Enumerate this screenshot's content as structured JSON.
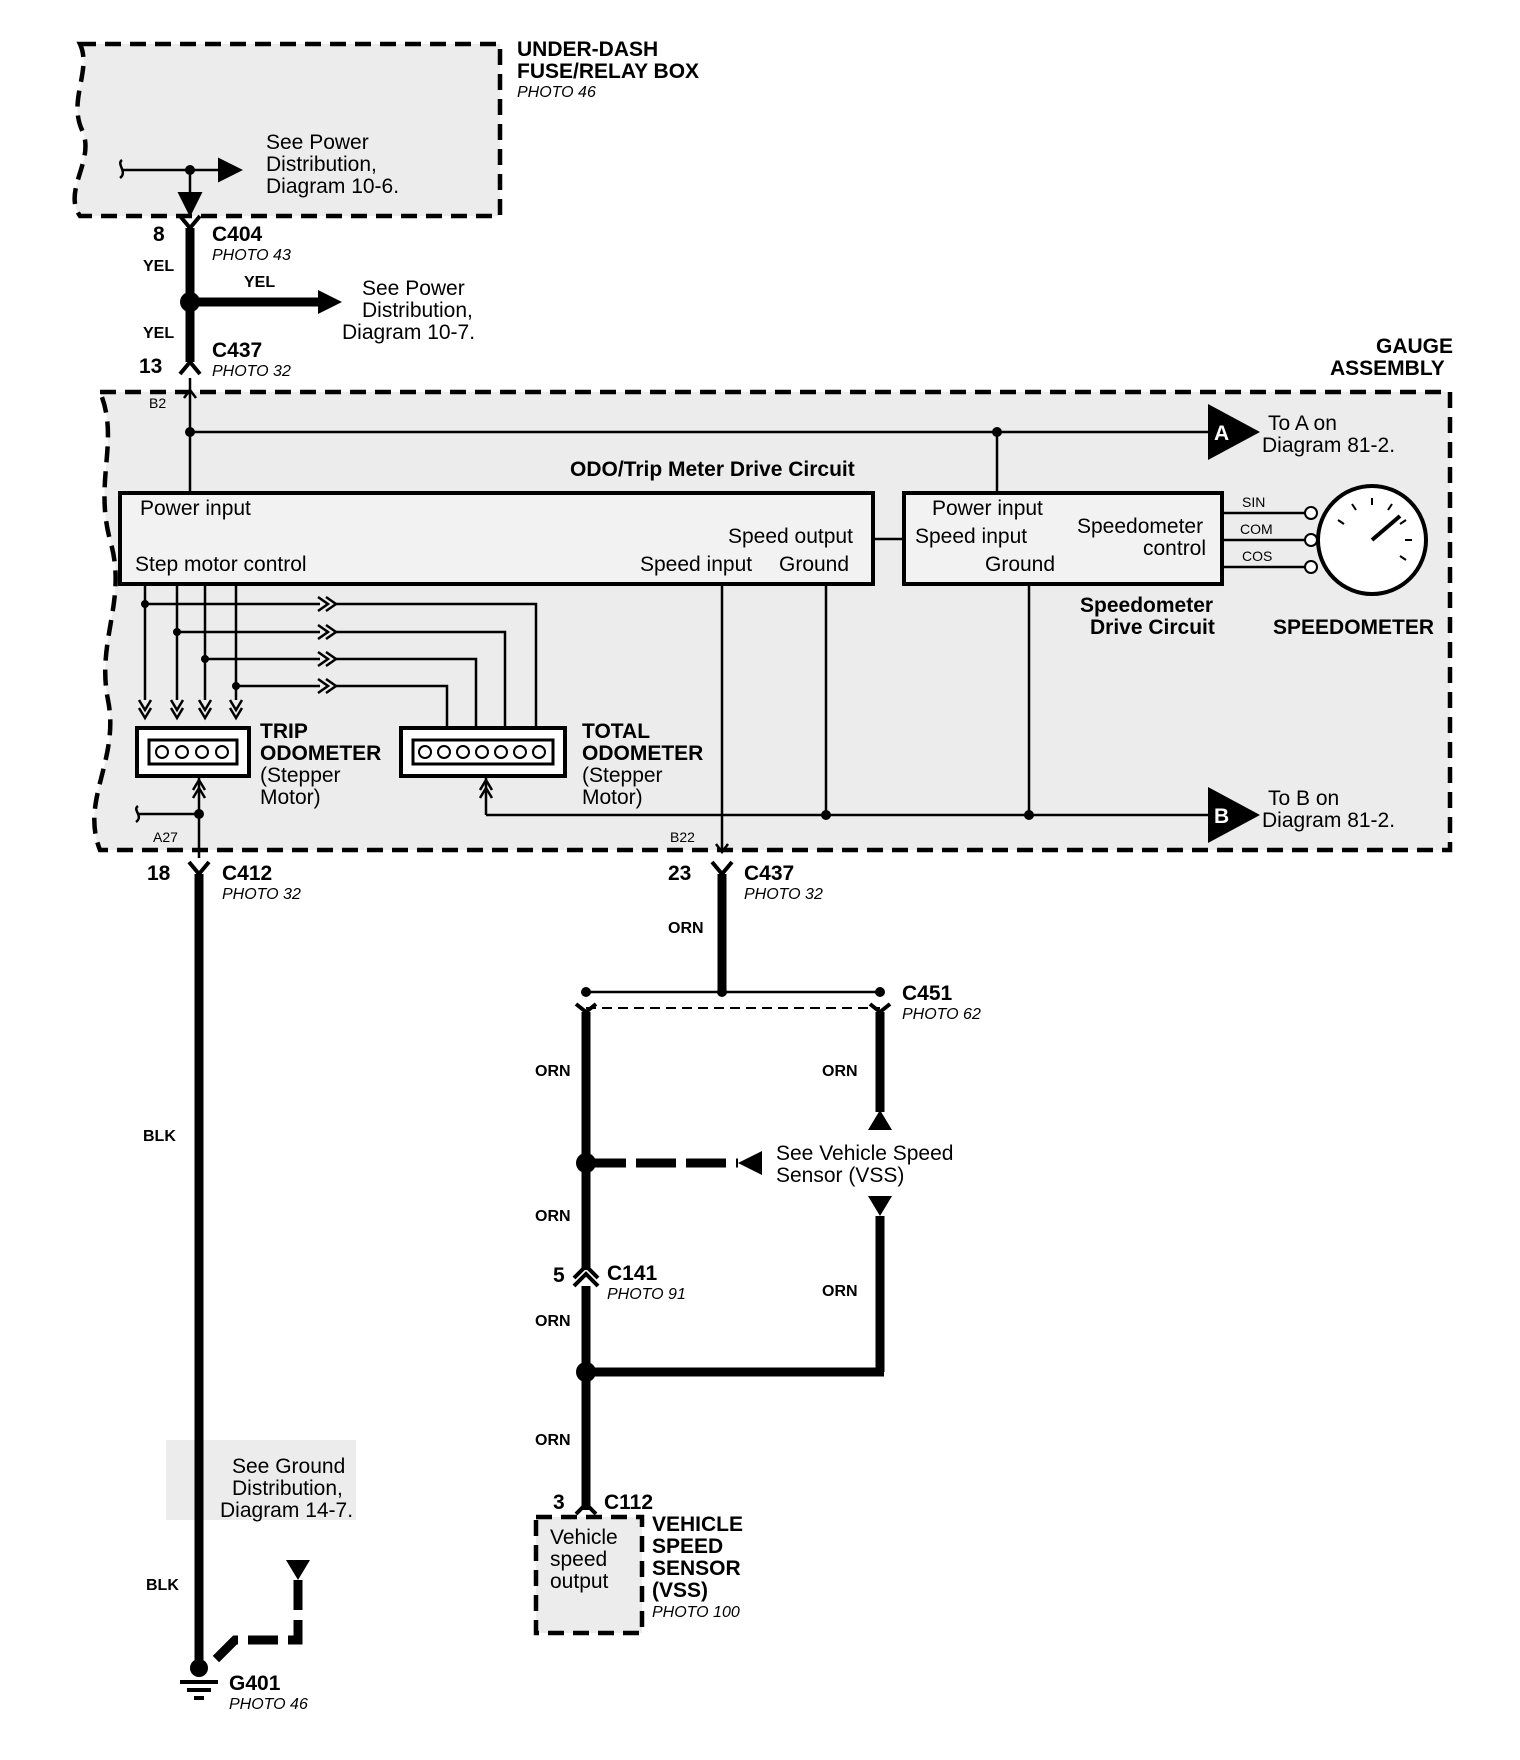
{
  "fuse_box": {
    "title1": "UNDER-DASH",
    "title2": "FUSE/RELAY BOX",
    "photo": "PHOTO 46",
    "ref1": "See Power",
    "ref2": "Distribution,",
    "ref3": "Diagram 10-6."
  },
  "c404": {
    "pin": "8",
    "name": "C404",
    "photo": "PHOTO 43"
  },
  "wire_yel_1": "YEL",
  "wire_yel_2": "YEL",
  "wire_yel_3": "YEL",
  "power_ref": {
    "l1": "See Power",
    "l2": "Distribution,",
    "l3": "Diagram 10-7."
  },
  "c437_top": {
    "pin": "13",
    "name": "C437",
    "photo": "PHOTO 32"
  },
  "gauge": {
    "title1": "GAUGE",
    "title2": "ASSEMBLY",
    "pin_b2": "B2",
    "pin_a27": "A27",
    "pin_b22": "B22",
    "odo_circuit_title": "ODO/Trip Meter Drive Circuit",
    "odo_power_input": "Power input",
    "odo_step_motor": "Step motor control",
    "odo_speed_output": "Speed output",
    "odo_speed_input": "Speed input",
    "odo_ground": "Ground",
    "spd_power_input": "Power input",
    "spd_speed_input": "Speed input",
    "spd_ground": "Ground",
    "spd_control1": "Speedometer",
    "spd_control2": "control",
    "spd_circuit1": "Speedometer",
    "spd_circuit2": "Drive Circuit",
    "sin": "SIN",
    "com": "COM",
    "cos": "COS",
    "speedometer": "SPEEDOMETER",
    "trip1": "TRIP",
    "trip2": "ODOMETER",
    "trip3": "(Stepper",
    "trip4": "Motor)",
    "total1": "TOTAL",
    "total2": "ODOMETER",
    "total3": "(Stepper",
    "total4": "Motor)",
    "conn_a": "A",
    "conn_b": "B",
    "to_a1": "To A on",
    "to_a2": "Diagram 81-2.",
    "to_b1": "To B on",
    "to_b2": "Diagram 81-2."
  },
  "c412": {
    "pin": "18",
    "name": "C412",
    "photo": "PHOTO 32"
  },
  "c437_bottom": {
    "pin": "23",
    "name": "C437",
    "photo": "PHOTO 32"
  },
  "wire_orn": [
    "ORN",
    "ORN",
    "ORN",
    "ORN",
    "ORN",
    "ORN",
    "ORN"
  ],
  "c451": {
    "name": "C451",
    "photo": "PHOTO 62"
  },
  "vss_ref": {
    "l1": "See Vehicle Speed",
    "l2": "Sensor (VSS)"
  },
  "c141": {
    "pin": "5",
    "name": "C141",
    "photo": "PHOTO 91"
  },
  "c112": {
    "pin": "3",
    "name": "C112"
  },
  "vss": {
    "inner1": "Vehicle",
    "inner2": "speed",
    "inner3": "output",
    "title1": "VEHICLE",
    "title2": "SPEED",
    "title3": "SENSOR",
    "title4": "(VSS)",
    "photo": "PHOTO 100"
  },
  "wire_blk_1": "BLK",
  "wire_blk_2": "BLK",
  "ground_ref": {
    "l1": "See Ground",
    "l2": "Distribution,",
    "l3": "Diagram 14-7."
  },
  "g401": {
    "name": "G401",
    "photo": "PHOTO 46"
  }
}
